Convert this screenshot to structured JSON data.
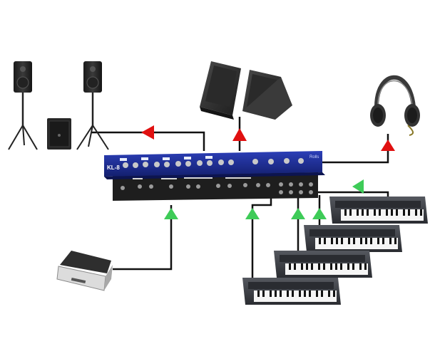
{
  "mixer": {
    "model_label": "KL-8",
    "brand_label": "Rolls"
  },
  "colors": {
    "background": "#ffffff",
    "cable": "#111111",
    "output_arrow": "#e01010",
    "input_arrow": "#3ecb58",
    "mixer_front": "#1c2b8f",
    "mixer_back": "#222222",
    "speaker_body": "#2a2a2a",
    "keyboard_body": "#3a3d44"
  },
  "icons": {
    "pa_speakers": "pa-speaker-on-stand-icon",
    "subwoofer": "subwoofer-icon",
    "monitors": "stage-monitor-wedge-icon",
    "headphones": "headphones-icon",
    "pedal": "expression-pedal-icon",
    "keyboards": "keyboard-synth-icon"
  },
  "connections": [
    {
      "from": "mixer",
      "to": "main-speakers",
      "direction": "output"
    },
    {
      "from": "mixer",
      "to": "stage-monitors",
      "direction": "output"
    },
    {
      "from": "mixer",
      "to": "headphones",
      "direction": "output"
    },
    {
      "from": "expression-pedal",
      "to": "mixer",
      "direction": "input"
    },
    {
      "from": "keyboard-1",
      "to": "mixer",
      "direction": "input"
    },
    {
      "from": "keyboard-2",
      "to": "mixer",
      "direction": "input"
    },
    {
      "from": "keyboard-3",
      "to": "mixer",
      "direction": "input"
    },
    {
      "from": "keyboard-4",
      "to": "mixer",
      "direction": "input"
    }
  ]
}
